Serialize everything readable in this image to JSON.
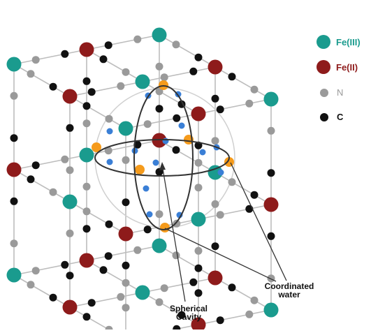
{
  "legend": [
    {
      "label": "Fe(III)",
      "color": "#1a9b8e",
      "label_color": "#1a9b8e"
    },
    {
      "label": "Fe(II)",
      "color": "#8e1b1b",
      "label_color": "#8e1b1b"
    },
    {
      "label": "N",
      "color": "#9a9a9a",
      "label_color": "#9a9a9a"
    },
    {
      "label": "C",
      "color": "#111111",
      "label_color": "#111111"
    }
  ],
  "annotations": {
    "coordinated_water": [
      "Coordinated",
      "water"
    ],
    "spherical_cavity": [
      "Spherical",
      "Cavity"
    ]
  },
  "colors": {
    "fe3": "#1a9b8e",
    "fe2": "#8e1b1b",
    "n": "#9a9a9a",
    "c": "#111111",
    "water_o": "#f59b1c",
    "water_h": "#3a7fd6",
    "bond": "#bdbdbd"
  }
}
